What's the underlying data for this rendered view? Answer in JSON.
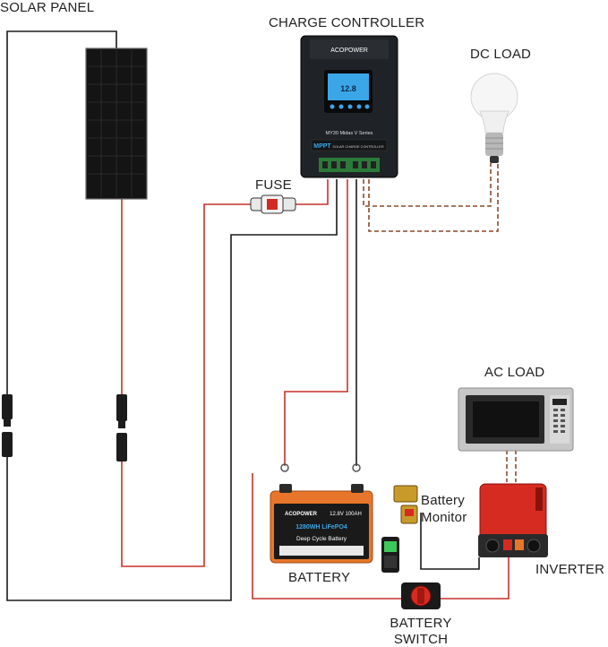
{
  "labels": {
    "solar_panel": "SOLAR PANEL",
    "charge_controller": "CHARGE CONTROLLER",
    "dc_load": "DC LOAD",
    "fuse": "FUSE",
    "ac_load": "AC LOAD",
    "battery_monitor_line1": "Battery",
    "battery_monitor_line2": "Monitor",
    "inverter": "INVERTER",
    "battery": "BATTERY",
    "battery_switch_line1": "BATTERY",
    "battery_switch_line2": "SWITCH"
  },
  "controller": {
    "brand": "ACOPOWER",
    "model": "MY30 Midas V Series",
    "badge": "MPPT",
    "subtitle": "SOLAR CHARGE CONTROLLER",
    "display_value": "12.8"
  },
  "battery": {
    "brand": "ACOPOWER",
    "spec": "12.8V 100AH",
    "capacity": "1280WH LiFePO4",
    "type": "Deep Cycle Battery"
  },
  "colors": {
    "wire_red": "#c8312a",
    "wire_black": "#1a1a1a",
    "wire_brown_dashed": "#8a4a2a",
    "controller_body": "#1f2226",
    "battery_orange": "#e8762a",
    "inverter_red": "#d62b20"
  }
}
